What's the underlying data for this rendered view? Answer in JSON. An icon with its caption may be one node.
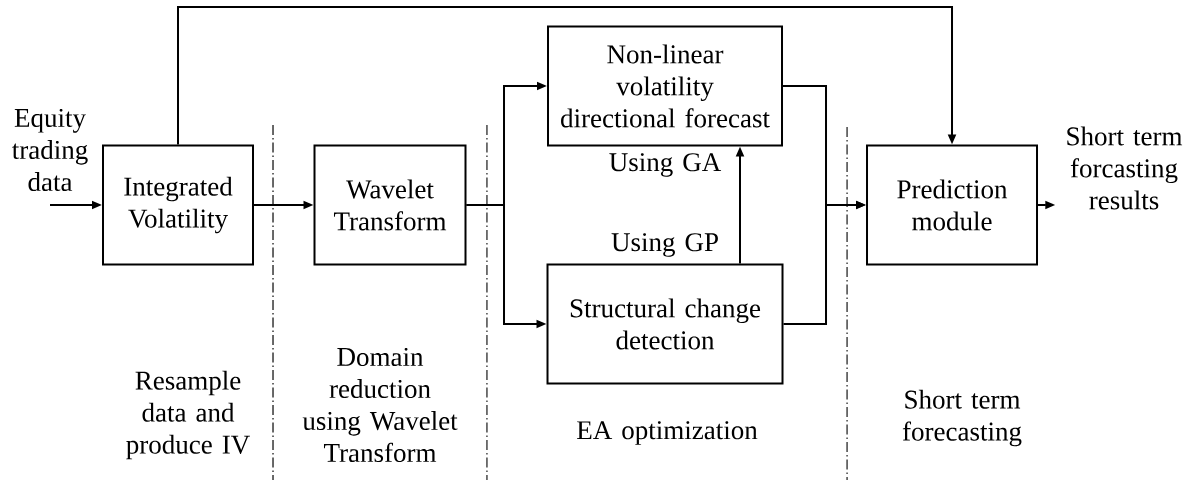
{
  "diagram": {
    "nodes": [
      {
        "text": [
          "Equity trading data"
        ]
      },
      {
        "text": [
          "Integrated Volatility"
        ]
      },
      {
        "text": [
          "Wavelet Transform"
        ]
      },
      {
        "text": [
          "Non-linear volatility directional forecast"
        ]
      },
      {
        "text": [
          "Structural change detection"
        ]
      },
      {
        "text": [
          "Prediction module"
        ]
      },
      {
        "text": [
          "Short term forcasting results"
        ]
      }
    ],
    "edges": [
      {
        "from": 0,
        "to": 1,
        "arrow": "to"
      },
      {
        "from": 1,
        "to": 2,
        "arrow": "to"
      },
      {
        "from": 2,
        "to": 3,
        "arrow": "to"
      },
      {
        "from": 2,
        "to": 4,
        "arrow": "to"
      },
      {
        "from": 4,
        "to": 3,
        "arrow": "to"
      },
      {
        "from": 3,
        "to": 5,
        "arrow": "to"
      },
      {
        "from": 4,
        "to": 5,
        "arrow": "to"
      },
      {
        "from": 1,
        "to": 5,
        "arrow": "to"
      },
      {
        "from": 5,
        "to": 6,
        "arrow": "to"
      }
    ],
    "labels": [
      "Using GA",
      "Using GP",
      "Resample data and produce IV",
      "Domain reduction using Wavelet Transform",
      "EA optimization",
      "Short term forecasting"
    ]
  }
}
